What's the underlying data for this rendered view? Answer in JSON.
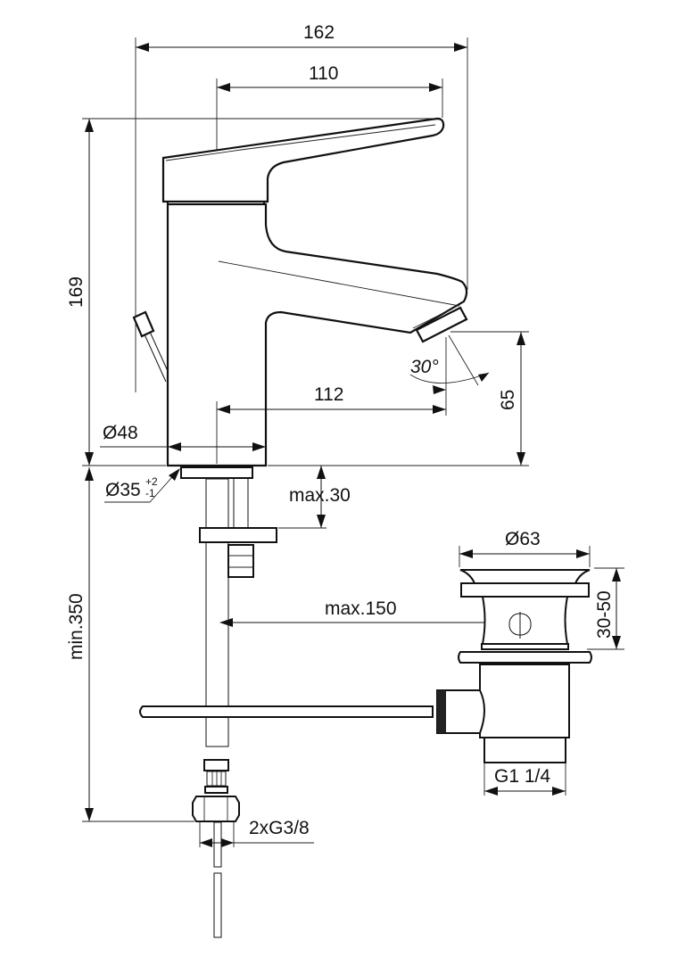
{
  "drawing": {
    "type": "technical-dimension-drawing",
    "subject": "basin mixer tap with pop-up waste",
    "units": "mm",
    "dimensions": {
      "overall_width": "162",
      "lever_length": "110",
      "overall_height": "169",
      "spout_reach": "112",
      "body_diameter": "Ø48",
      "spout_height": "65",
      "spout_angle": "30°",
      "hole_diameter": "Ø35",
      "hole_tolerance_plus": "+2",
      "hole_tolerance_minus": "-1",
      "max_deck_thickness": "max.30",
      "max_rod_length": "max.150",
      "min_hose_length": "min.350",
      "hose_connection": "2xG3/8",
      "waste_diameter": "Ø63",
      "waste_adjust": "30-50",
      "waste_thread": "G1 1/4"
    }
  }
}
